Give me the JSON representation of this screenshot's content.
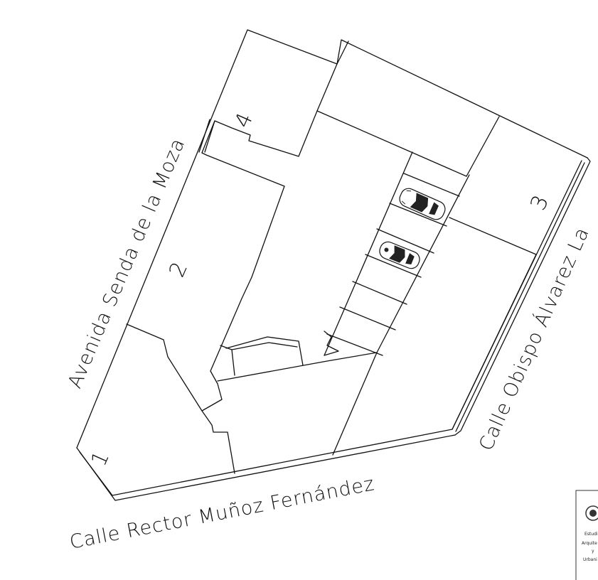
{
  "streets": {
    "north_west": "Avenida Senda de la Moza",
    "south": "Calle Rector Muñoz Fernández",
    "east": "Calle Obispo Álvarez La"
  },
  "plots": {
    "p1": "1",
    "p2": "2",
    "p3": "3",
    "p4": "4"
  },
  "stamp": {
    "line1": "Estudi",
    "line2": "Arquite",
    "line3": "y",
    "line4": "Urbani"
  }
}
